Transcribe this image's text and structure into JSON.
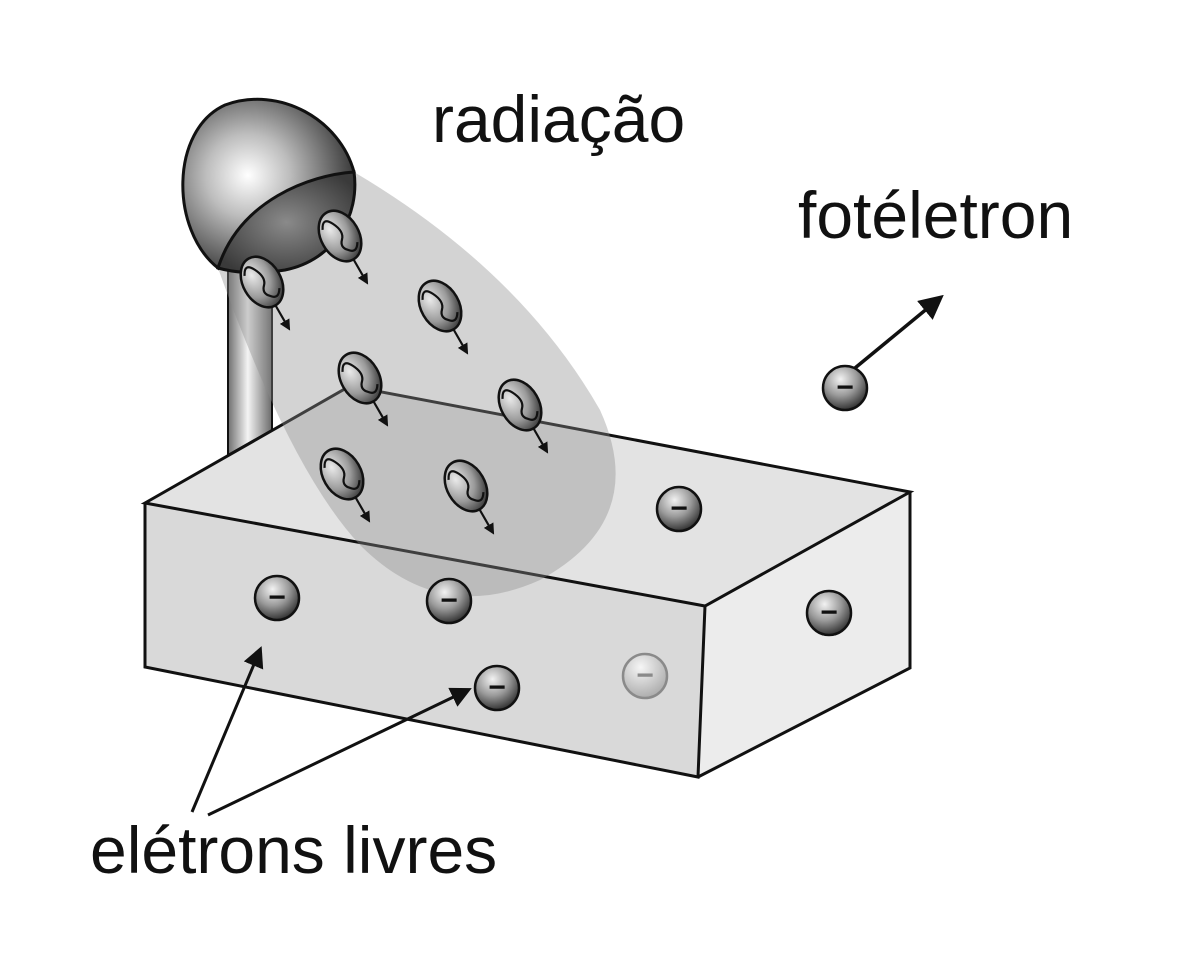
{
  "labels": {
    "radiation": "radiação",
    "photoelectron": "fotéletron",
    "free_electrons": "elétrons livres"
  },
  "electron_symbol": "−",
  "colors": {
    "box_face": "#dcdcdc",
    "box_side": "#ececec",
    "box_edge": "#111111",
    "beam": "#8f8f8f",
    "lamp_dark": "#2a2a2a",
    "electron_light": "#f0f0f0",
    "electron_dark": "#3a3a3a",
    "faded_electron": "#b8b8b8"
  }
}
